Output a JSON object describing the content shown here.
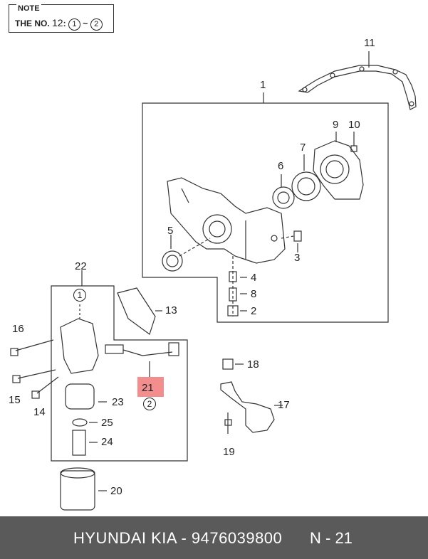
{
  "note": {
    "title": "NOTE",
    "prefix": "THE NO.",
    "number": "12",
    "colon": ":",
    "range_from": "1",
    "tilde": "~",
    "range_to": "2"
  },
  "callouts": {
    "c1": "1",
    "c2": "2",
    "c3": "3",
    "c4": "4",
    "c5": "5",
    "c6": "6",
    "c7": "7",
    "c8": "8",
    "c9": "9",
    "c10": "10",
    "c11": "11",
    "c13": "13",
    "c14": "14",
    "c15": "15",
    "c16": "16",
    "c17": "17",
    "c18": "18",
    "c19": "19",
    "c20": "20",
    "c21": "21",
    "c22": "22",
    "c23": "23",
    "c24": "24",
    "c25": "25"
  },
  "circled": {
    "one": "1",
    "two": "2"
  },
  "footer": {
    "brand": "HYUNDAI  KIA - 9476039800",
    "page": "N - 21",
    "background": "#5a5a5a"
  },
  "colors": {
    "highlight": "#f28e8e",
    "line": "#333333"
  }
}
